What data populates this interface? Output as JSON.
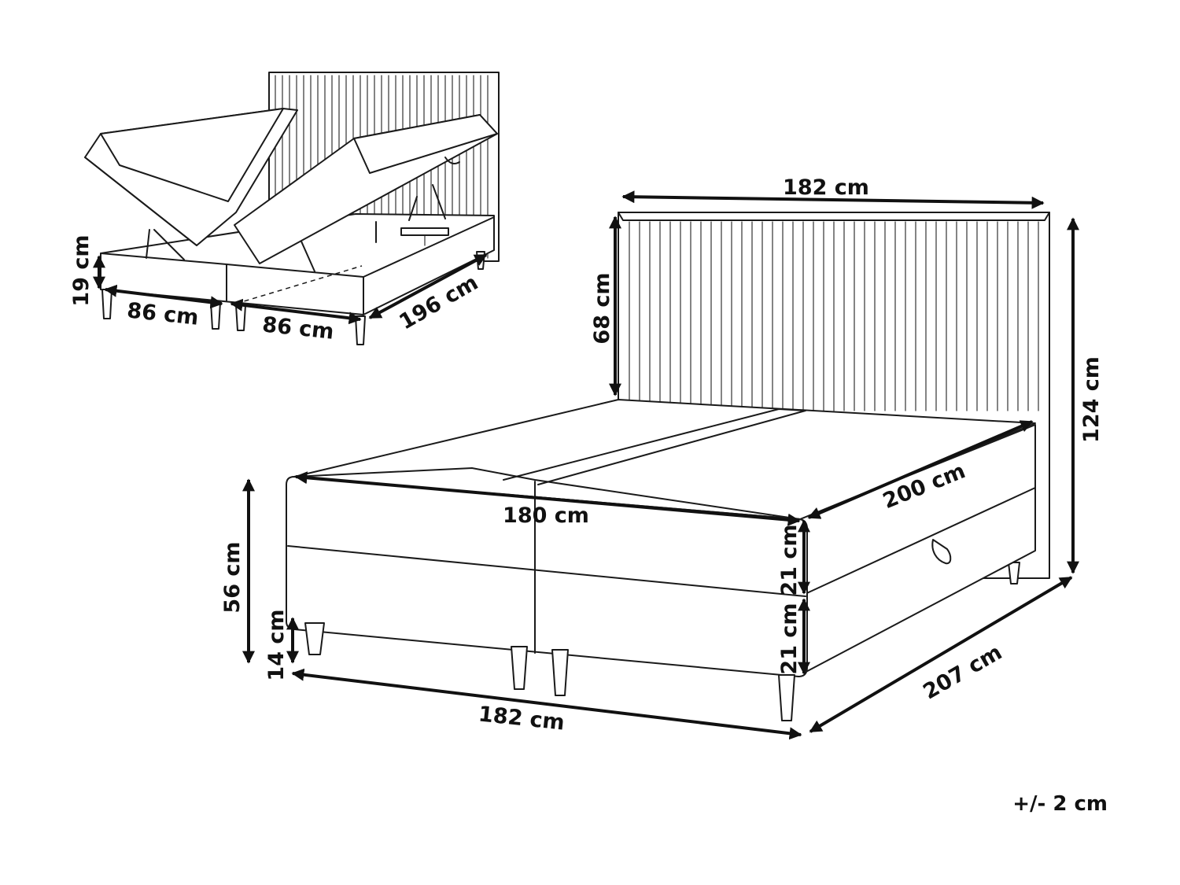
{
  "diagram": {
    "tolerance": "+/- 2 cm",
    "main_view": {
      "headboard_width": "182 cm",
      "headboard_height": "68 cm",
      "total_height": "124 cm",
      "mattress_width": "180 cm",
      "mattress_length": "200 cm",
      "topper_height": "21 cm",
      "box_height": "21 cm",
      "bed_height": "56 cm",
      "leg_height": "14 cm",
      "frame_width": "182 cm",
      "frame_length": "207 cm"
    },
    "storage_view": {
      "storage_depth": "19 cm",
      "left_compartment_width": "86 cm",
      "right_compartment_width": "86 cm",
      "storage_length": "196 cm"
    }
  }
}
